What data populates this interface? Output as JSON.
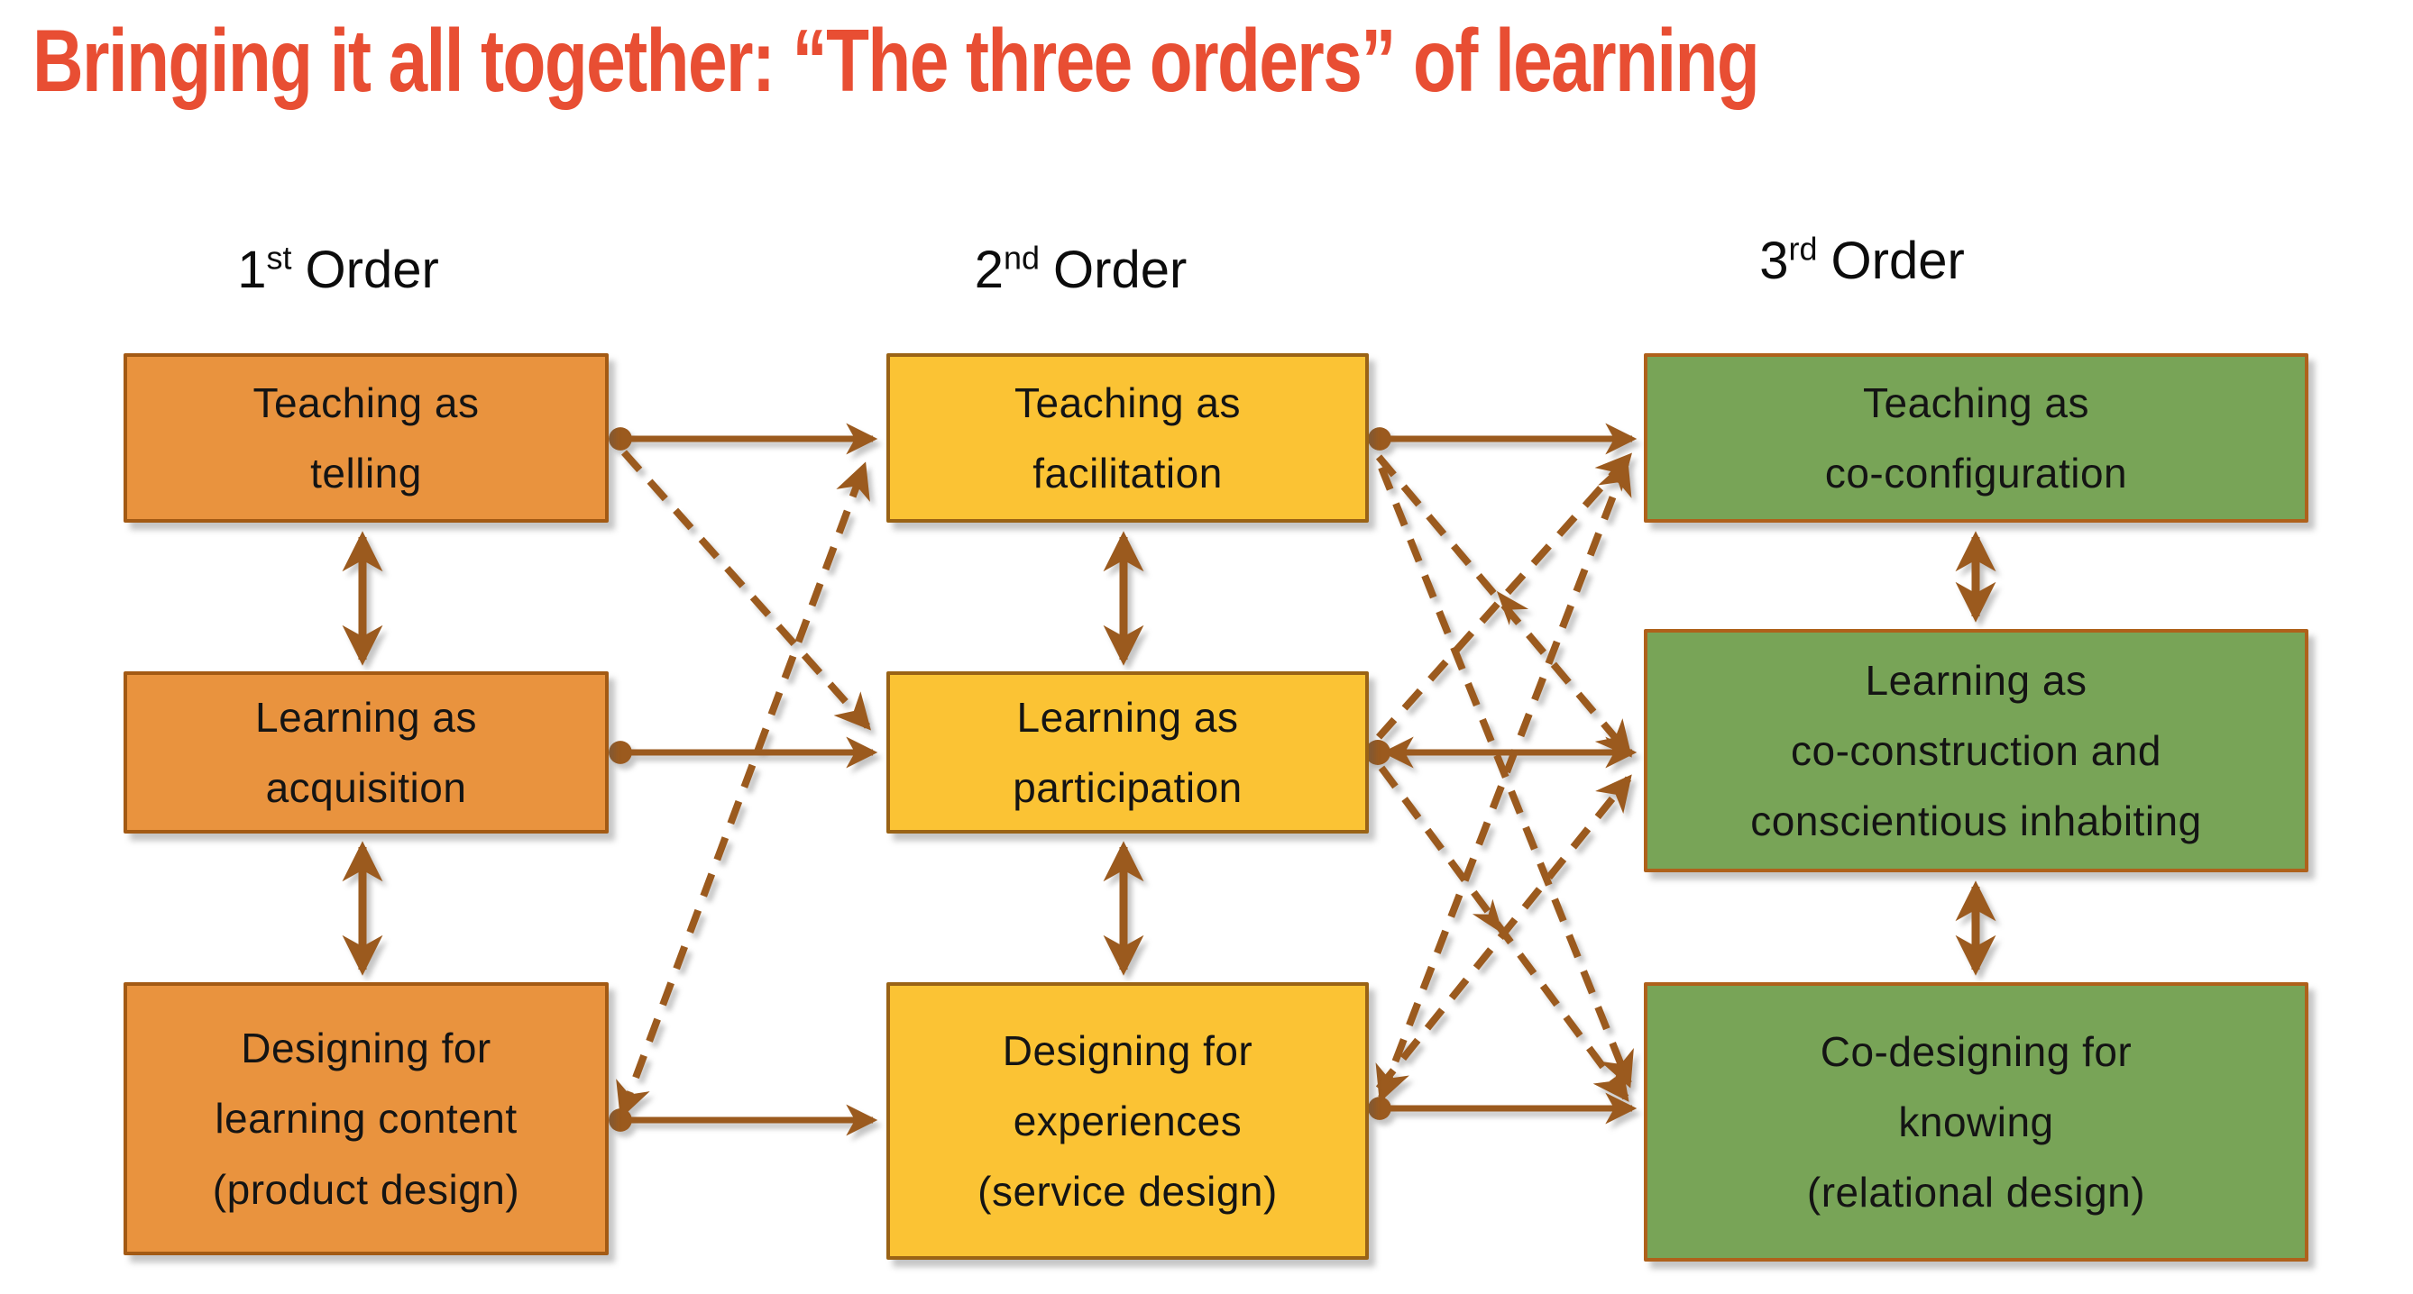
{
  "title": "Bringing it all together: “The three orders” of learning",
  "columns": [
    {
      "header": {
        "number": "1",
        "suffix": "st",
        "word": "Order"
      },
      "boxes": [
        {
          "lines": [
            "Teaching as",
            "telling"
          ]
        },
        {
          "lines": [
            "Learning as",
            "acquisition"
          ]
        },
        {
          "lines": [
            "Designing for",
            "learning content",
            "(product design)"
          ]
        }
      ]
    },
    {
      "header": {
        "number": "2",
        "suffix": "nd",
        "word": "Order"
      },
      "boxes": [
        {
          "lines": [
            "Teaching as",
            "facilitation"
          ]
        },
        {
          "lines": [
            "Learning as",
            "participation"
          ]
        },
        {
          "lines": [
            "Designing for",
            "experiences",
            "(service design)"
          ]
        }
      ]
    },
    {
      "header": {
        "number": "3",
        "suffix": "rd",
        "word": "Order"
      },
      "boxes": [
        {
          "lines": [
            "Teaching as",
            "co-configuration"
          ]
        },
        {
          "lines": [
            "Learning as",
            "co-construction and",
            "conscientious inhabiting"
          ]
        },
        {
          "lines": [
            "Co-designing for",
            "knowing",
            "(relational design)"
          ]
        }
      ]
    }
  ],
  "colors": {
    "title": "#E84E33",
    "orange_fill": "#E9933E",
    "orange_border": "#A35A14",
    "yellow_fill": "#FBC334",
    "yellow_border": "#9A6315",
    "green_fill": "#78A457",
    "green_border": "#AF611B",
    "connector": "#9B5A1E"
  }
}
